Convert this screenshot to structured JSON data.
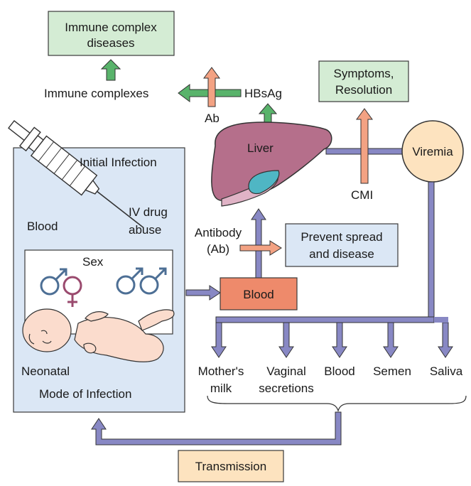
{
  "boxes": {
    "immune_complex_diseases": [
      "Immune complex",
      "diseases"
    ],
    "symptoms_resolution": [
      "Symptoms,",
      "Resolution"
    ],
    "prevent_spread": [
      "Prevent spread",
      "and disease"
    ],
    "blood_central": "Blood",
    "transmission": "Transmission"
  },
  "labels": {
    "immune_complexes": "Immune complexes",
    "hbsag": "HBsAg",
    "ab": "Ab",
    "liver": "Liver",
    "viremia": "Viremia",
    "cmi": "CMI",
    "antibody": [
      "Antibody",
      "(Ab)"
    ]
  },
  "infection_panel": {
    "initial_infection": "Initial Infection",
    "blood": "Blood",
    "iv_drug": [
      "IV drug",
      "abuse"
    ],
    "sex": "Sex",
    "neonatal": "Neonatal",
    "mode_of_infection": "Mode of Infection"
  },
  "routes": [
    [
      "Mother's",
      "milk"
    ],
    [
      "Vaginal",
      "secretions"
    ],
    [
      "Blood"
    ],
    [
      "Semen"
    ],
    [
      "Saliva"
    ]
  ],
  "colors": {
    "green_box": "#d4ecd4",
    "green_arrow": "#59b36b",
    "salmon_arrow": "#f3a283",
    "blood_box": "#ee8a6b",
    "blue_panel": "#dbe7f5",
    "purple_line": "#8888c4",
    "liver": "#b56f8b",
    "viremia": "#fde3bf",
    "transmission": "#fde3bf"
  },
  "icons": [
    "syringe-icon",
    "male-symbol-icon",
    "female-symbol-icon",
    "baby-illustration"
  ]
}
